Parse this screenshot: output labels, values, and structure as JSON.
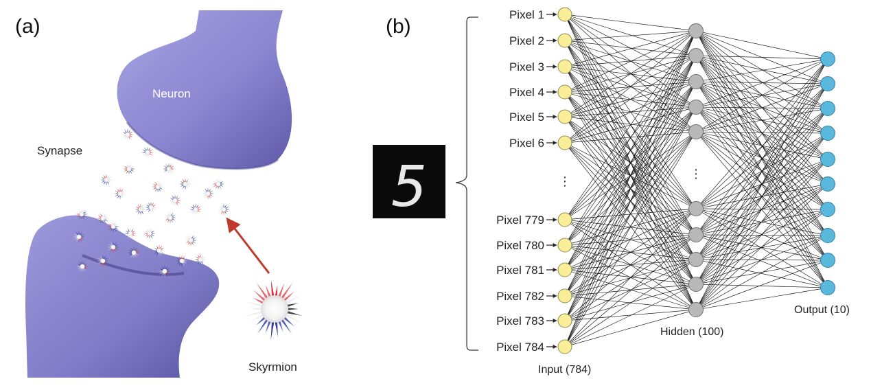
{
  "panels": {
    "a": {
      "label": "(a)",
      "neuron_label": "Neuron",
      "synapse_label": "Synapse",
      "skyrmion_label": "Skyrmion"
    },
    "b": {
      "label": "(b)",
      "input_digit": "5",
      "ellipsis": "⋮",
      "input_pixels_top": [
        "Pixel 1",
        "Pixel 2",
        "Pixel 3",
        "Pixel 4",
        "Pixel 5",
        "Pixel 6"
      ],
      "input_pixels_bottom": [
        "Pixel 779",
        "Pixel 780",
        "Pixel 781",
        "Pixel 782",
        "Pixel 783",
        "Pixel 784"
      ],
      "input_layer_label": "Input (784)",
      "hidden_layer_label": "Hidden (100)",
      "output_layer_label": "Output (10)"
    }
  },
  "colors": {
    "neuron": "#8a86d0",
    "neuron_dark": "#6560b0",
    "input_node": "#fbee98",
    "hidden_node": "#b8b8b8",
    "output_node": "#5bb8dd",
    "skyrmion_red": "#d8303a",
    "skyrmion_blue": "#2e3a9a",
    "arrow": "#c0392b"
  }
}
